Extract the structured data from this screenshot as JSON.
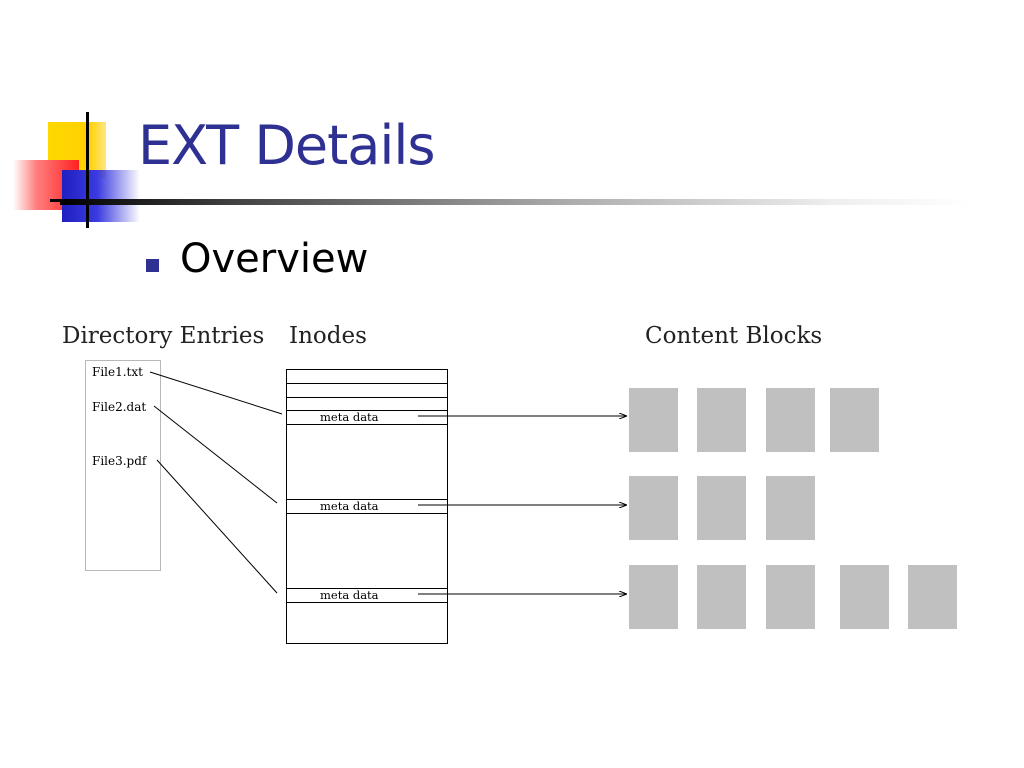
{
  "slide": {
    "title": "EXT Details",
    "bullets": [
      "Overview"
    ]
  },
  "diagram": {
    "section_labels": {
      "directory": "Directory Entries",
      "inodes": "Inodes",
      "content": "Content Blocks"
    },
    "files": [
      "File1.txt",
      "File2.dat",
      "File3.pdf"
    ],
    "inode_label": "meta data"
  },
  "colors": {
    "title": "#2e3192",
    "bullet": "#2e3192",
    "block": "#c0c0c0"
  }
}
